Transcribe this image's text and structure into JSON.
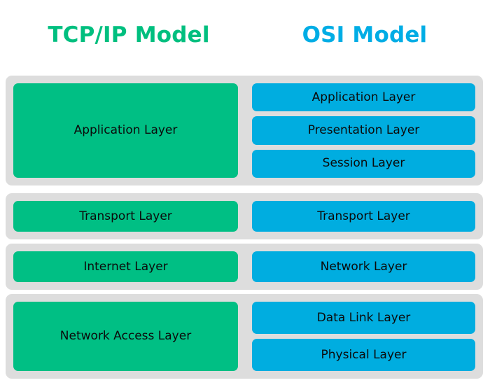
{
  "titles": {
    "tcpip": "TCP/IP Model",
    "osi": "OSI Model"
  },
  "colors": {
    "tcpip_accent": "#00BF7F",
    "osi_accent": "#00ADE5",
    "tcpip_box": "#00BF84",
    "osi_box": "#00ADE0",
    "band": "#DDDDDD",
    "background": "#FFFFFF",
    "text": "#0B0B0B"
  },
  "rows": [
    {
      "tcpip": "Application Layer",
      "osi": [
        "Application Layer",
        "Presentation Layer",
        "Session Layer"
      ]
    },
    {
      "tcpip": "Transport Layer",
      "osi": [
        "Transport Layer"
      ]
    },
    {
      "tcpip": "Internet Layer",
      "osi": [
        "Network Layer"
      ]
    },
    {
      "tcpip": "Network Access Layer",
      "osi": [
        "Data Link Layer",
        "Physical Layer"
      ]
    }
  ]
}
